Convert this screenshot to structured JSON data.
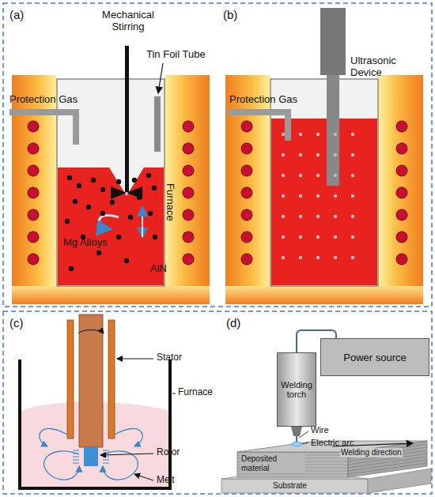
{
  "diagram": {
    "nodes": [
      {
        "text": [
          "Power source"
        ]
      },
      {
        "text": [
          "Welding torch"
        ]
      }
    ],
    "edges": [
      {
        "from": 1,
        "to": 0,
        "arrow": "none"
      }
    ],
    "labels": [
      "(a)",
      "Mechanical Stirring",
      "Protection Gas",
      "Tin Foil Tube",
      "Furnace",
      "Mg Alloys",
      "AlN",
      "(b)",
      "Protection Gas",
      "Ultrasonic Device",
      "(c)",
      "Stator",
      "Furnace",
      "Rotor",
      "Melt",
      "(d)",
      "Wire",
      "Electric arc",
      "Welding direction",
      "Deposited material",
      "Substrate"
    ]
  }
}
